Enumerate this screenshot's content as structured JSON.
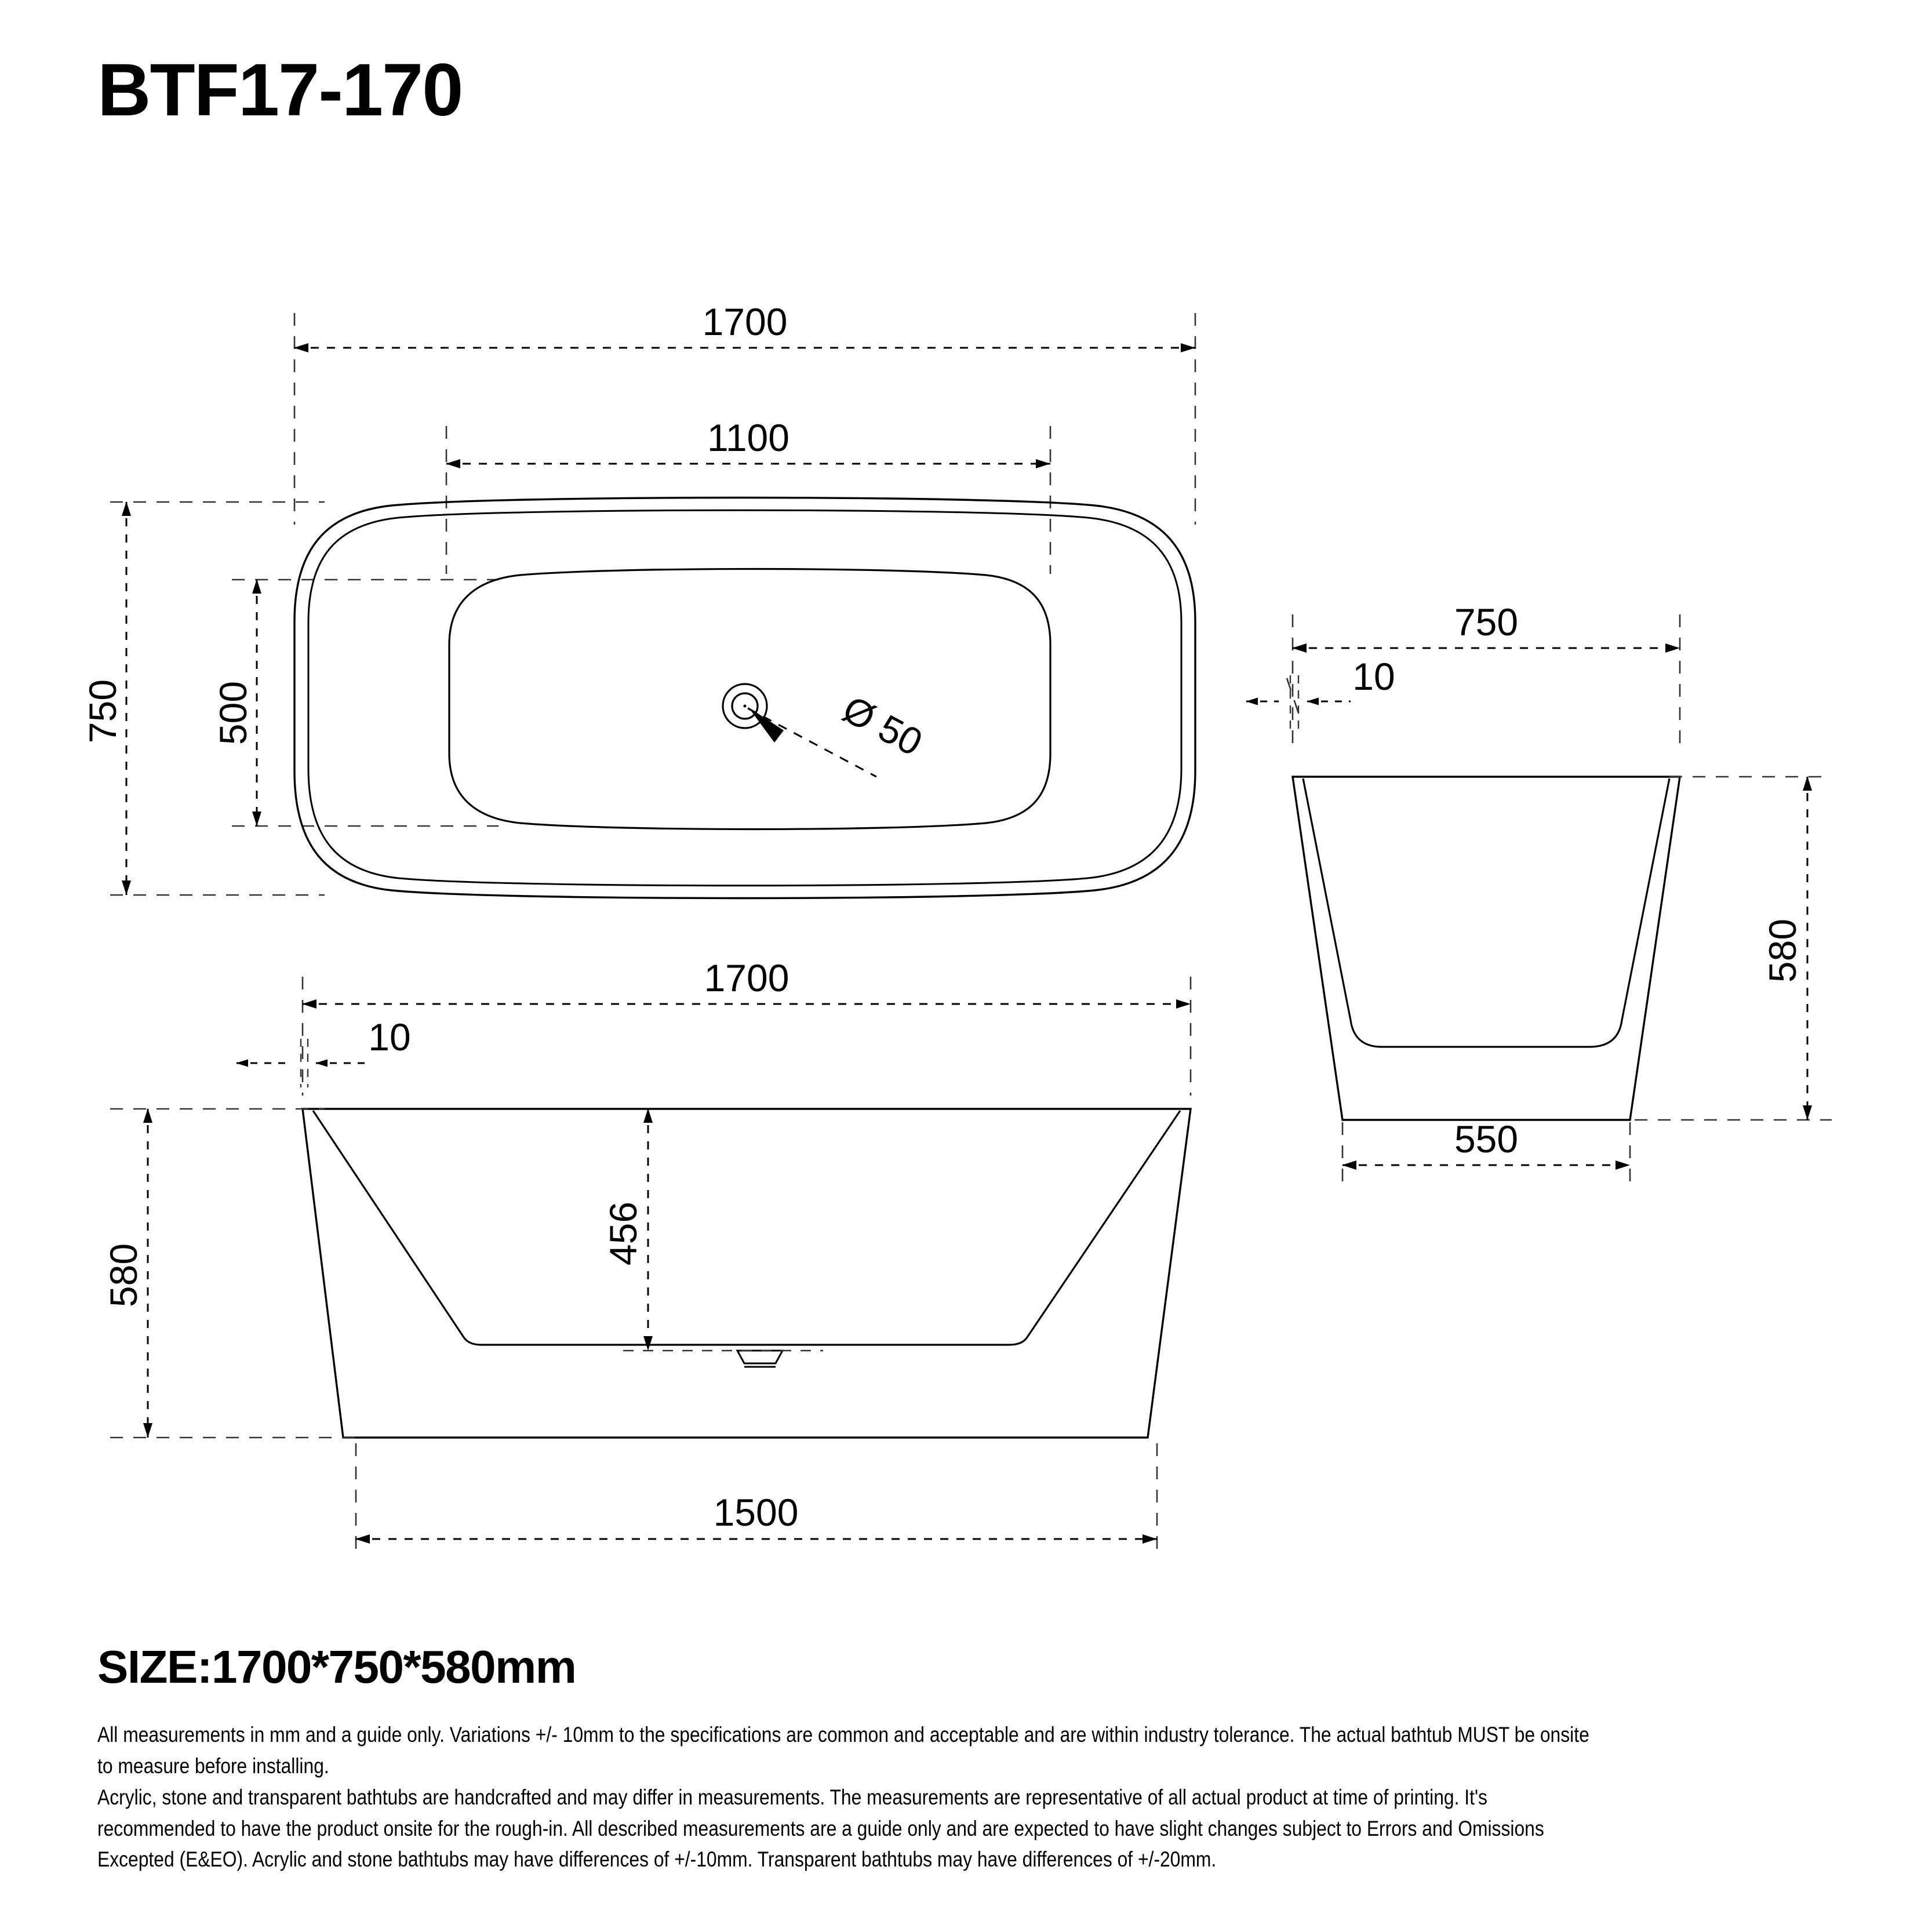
{
  "document": {
    "title": "BTF17-170",
    "product_type": "freestanding-bathtub-technical-drawing",
    "size_line": "SIZE:1700*750*580mm"
  },
  "views": {
    "plan": {
      "name": "top-plan-view",
      "dimensions": {
        "overall_length": "1700",
        "inner_length": "1100",
        "overall_width": "750",
        "inner_width": "500",
        "drain": "Ø 50"
      }
    },
    "front_elevation": {
      "name": "front-elevation-view",
      "dimensions": {
        "overall_length": "1700",
        "wall_thickness": "10",
        "overall_height": "580",
        "inner_depth": "456",
        "base_length": "1500"
      }
    },
    "side_section": {
      "name": "side-section-view",
      "dimensions": {
        "overall_width": "750",
        "wall_thickness": "10",
        "overall_height": "580",
        "base_width": "550"
      }
    }
  },
  "notes": {
    "paragraph_1": "All measurements in mm and a guide only. Variations +/- 10mm to the specifications are common and acceptable and are within industry tolerance. The actual bathtub MUST be onsite to measure before installing.",
    "paragraph_2": "Acrylic, stone and transparent bathtubs are handcrafted and may differ in measurements. The measurements are representative of all actual product at time of printing. It's recommended to have the product onsite for the rough-in. All described measurements are a guide only and are expected to have slight changes subject to Errors and Omissions Excepted (E&EO). Acrylic and stone bathtubs may have differences of +/-10mm. Transparent bathtubs may have differences of +/-20mm."
  },
  "chart_data": {
    "type": "table",
    "title": "BTF17-170",
    "rows": [
      {
        "view": "Plan",
        "label": "Overall length",
        "value": 1700,
        "unit": "mm"
      },
      {
        "view": "Plan",
        "label": "Inner length",
        "value": 1100,
        "unit": "mm"
      },
      {
        "view": "Plan",
        "label": "Overall width",
        "value": 750,
        "unit": "mm"
      },
      {
        "view": "Plan",
        "label": "Inner width",
        "value": 500,
        "unit": "mm"
      },
      {
        "view": "Plan",
        "label": "Drain diameter",
        "value": 50,
        "unit": "mm"
      },
      {
        "view": "Front",
        "label": "Overall length",
        "value": 1700,
        "unit": "mm"
      },
      {
        "view": "Front",
        "label": "Wall thickness",
        "value": 10,
        "unit": "mm"
      },
      {
        "view": "Front",
        "label": "Overall height",
        "value": 580,
        "unit": "mm"
      },
      {
        "view": "Front",
        "label": "Inner depth",
        "value": 456,
        "unit": "mm"
      },
      {
        "view": "Front",
        "label": "Base length",
        "value": 1500,
        "unit": "mm"
      },
      {
        "view": "Side",
        "label": "Overall width",
        "value": 750,
        "unit": "mm"
      },
      {
        "view": "Side",
        "label": "Wall thickness",
        "value": 10,
        "unit": "mm"
      },
      {
        "view": "Side",
        "label": "Overall height",
        "value": 580,
        "unit": "mm"
      },
      {
        "view": "Side",
        "label": "Base width",
        "value": 550,
        "unit": "mm"
      }
    ],
    "colors": {
      "line": "#000000",
      "background": "#ffffff"
    }
  }
}
